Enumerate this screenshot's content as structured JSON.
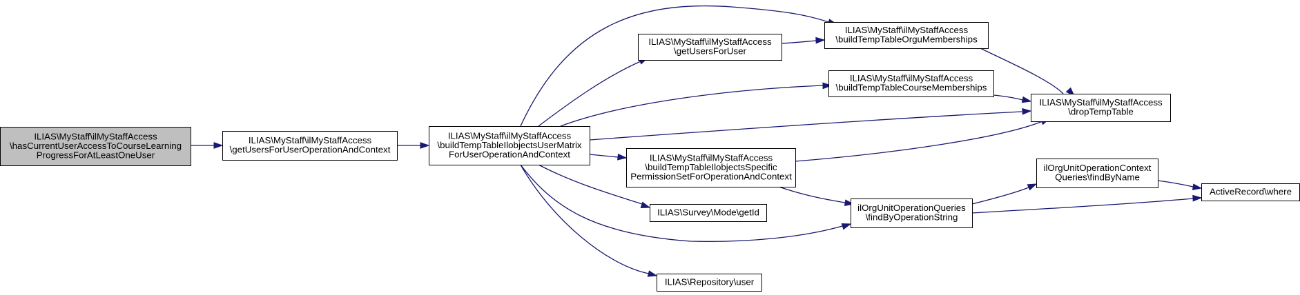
{
  "diagram": {
    "type": "call-graph",
    "colors": {
      "root_fill": "#bfbfbf",
      "node_fill": "#ffffff",
      "node_border": "#000000",
      "edge": "#191970"
    },
    "nodes": [
      {
        "id": "n0",
        "root": true,
        "lines": [
          "ILIAS\\MyStaff\\ilMyStaffAccess",
          "\\hasCurrentUserAccessToCourseLearning",
          "ProgressForAtLeastOneUser"
        ]
      },
      {
        "id": "n1",
        "lines": [
          "ILIAS\\MyStaff\\ilMyStaffAccess",
          "\\getUsersForUserOperationAndContext"
        ]
      },
      {
        "id": "n2",
        "lines": [
          "ILIAS\\MyStaff\\ilMyStaffAccess",
          "\\buildTempTableIlobjectsUserMatrix",
          "ForUserOperationAndContext"
        ]
      },
      {
        "id": "n3",
        "lines": [
          "ILIAS\\MyStaff\\ilMyStaffAccess",
          "\\getUsersForUser"
        ]
      },
      {
        "id": "n4",
        "lines": [
          "ILIAS\\MyStaff\\ilMyStaffAccess",
          "\\buildTempTableOrguMemberships"
        ]
      },
      {
        "id": "n5",
        "lines": [
          "ILIAS\\MyStaff\\ilMyStaffAccess",
          "\\buildTempTableCourseMemberships"
        ]
      },
      {
        "id": "n6",
        "lines": [
          "ILIAS\\MyStaff\\ilMyStaffAccess",
          "\\dropTempTable"
        ]
      },
      {
        "id": "n7",
        "lines": [
          "ILIAS\\MyStaff\\ilMyStaffAccess",
          "\\buildTempTableIlobjectsSpecific",
          "PermissionSetForOperationAndContext"
        ]
      },
      {
        "id": "n8",
        "lines": [
          "ilOrgUnitOperationContext",
          "Queries\\findByName"
        ]
      },
      {
        "id": "n9",
        "lines": [
          "ActiveRecord\\where"
        ]
      },
      {
        "id": "n10",
        "lines": [
          "ilOrgUnitOperationQueries",
          "\\findByOperationString"
        ]
      },
      {
        "id": "n11",
        "lines": [
          "ILIAS\\Survey\\Mode\\getId"
        ]
      },
      {
        "id": "n12",
        "lines": [
          "ILIAS\\Repository\\user"
        ]
      }
    ],
    "edges": [
      {
        "from": "n0",
        "to": "n1"
      },
      {
        "from": "n1",
        "to": "n2"
      },
      {
        "from": "n2",
        "to": "n4"
      },
      {
        "from": "n2",
        "to": "n3"
      },
      {
        "from": "n2",
        "to": "n5"
      },
      {
        "from": "n2",
        "to": "n6"
      },
      {
        "from": "n2",
        "to": "n7"
      },
      {
        "from": "n2",
        "to": "n11"
      },
      {
        "from": "n2",
        "to": "n10"
      },
      {
        "from": "n2",
        "to": "n12"
      },
      {
        "from": "n3",
        "to": "n4"
      },
      {
        "from": "n4",
        "to": "n6"
      },
      {
        "from": "n5",
        "to": "n6"
      },
      {
        "from": "n7",
        "to": "n6"
      },
      {
        "from": "n7",
        "to": "n10"
      },
      {
        "from": "n10",
        "to": "n8"
      },
      {
        "from": "n10",
        "to": "n9"
      },
      {
        "from": "n8",
        "to": "n9"
      }
    ]
  }
}
